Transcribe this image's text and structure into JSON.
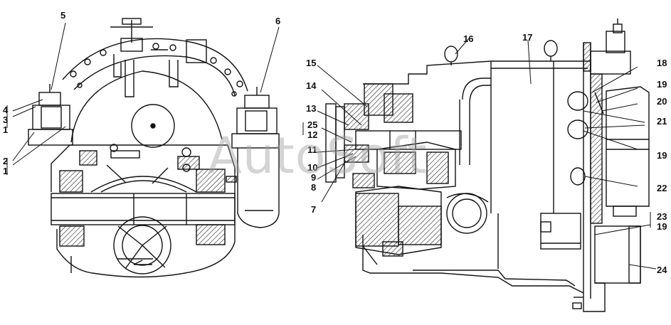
{
  "watermark": "AutoSoft",
  "callouts": {
    "c1a": "1",
    "c1b": "1",
    "c2": "2",
    "c3": "3",
    "c4": "4",
    "c5": "5",
    "c6": "6",
    "c7": "7",
    "c8": "8",
    "c9": "9",
    "c10": "10",
    "c11": "11",
    "c12": "12",
    "c13": "13",
    "c14": "14",
    "c15": "15",
    "c16": "16",
    "c17": "17",
    "c18": "18",
    "c19a": "19",
    "c19b": "19",
    "c19c": "19",
    "c20": "20",
    "c21": "21",
    "c22": "22",
    "c23": "23",
    "c24": "24",
    "c25": "25"
  }
}
